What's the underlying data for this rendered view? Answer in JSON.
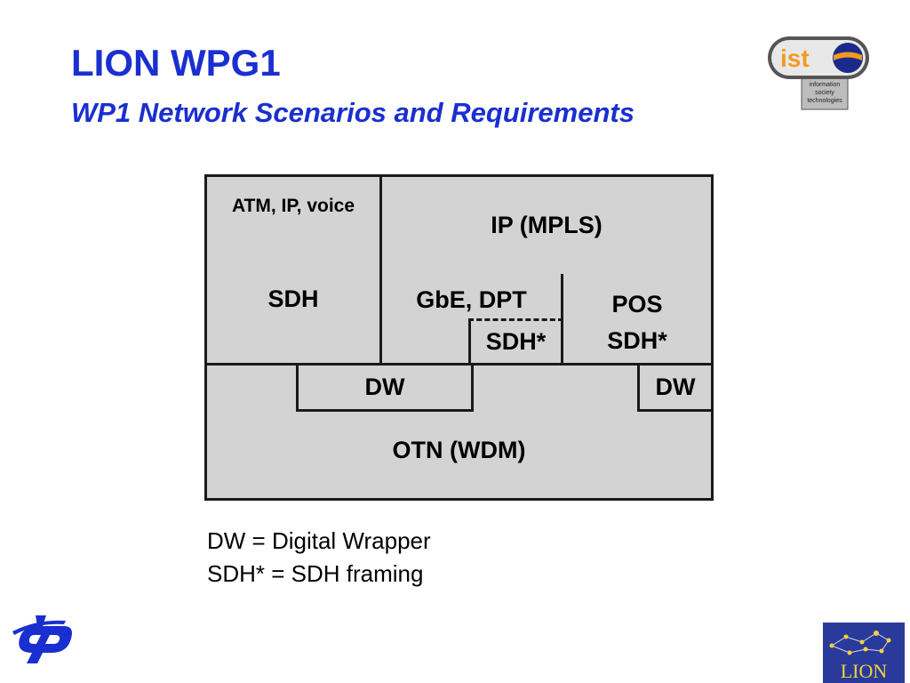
{
  "slide": {
    "title": "LION WPG1",
    "subtitle": "WP1 Network Scenarios and Requirements"
  },
  "diagram": {
    "atm_ip_voice": "ATM, IP, voice",
    "ip_mpls": "IP (MPLS)",
    "sdh": "SDH",
    "gbe_dpt": "GbE, DPT",
    "pos": "POS",
    "sdh_star_left": "SDH*",
    "sdh_star_right": "SDH*",
    "dw_left": "DW",
    "dw_right": "DW",
    "otn_wdm": "OTN (WDM)"
  },
  "legend": {
    "line1": "DW = Digital Wrapper",
    "line2": "SDH* = SDH framing"
  },
  "logos": {
    "ist_text": "ist",
    "ist_caption": [
      "information",
      "society",
      "technologies"
    ],
    "lion_text": "LION"
  },
  "colors": {
    "title": "#1a2fd0",
    "box_fill": "#d3d3d3",
    "border": "#1a1a1a",
    "ist_orange": "#f39a1e",
    "lion_bg": "#2a3a9a",
    "lion_star": "#f2d23a",
    "tp_blue": "#1a2fd0"
  }
}
